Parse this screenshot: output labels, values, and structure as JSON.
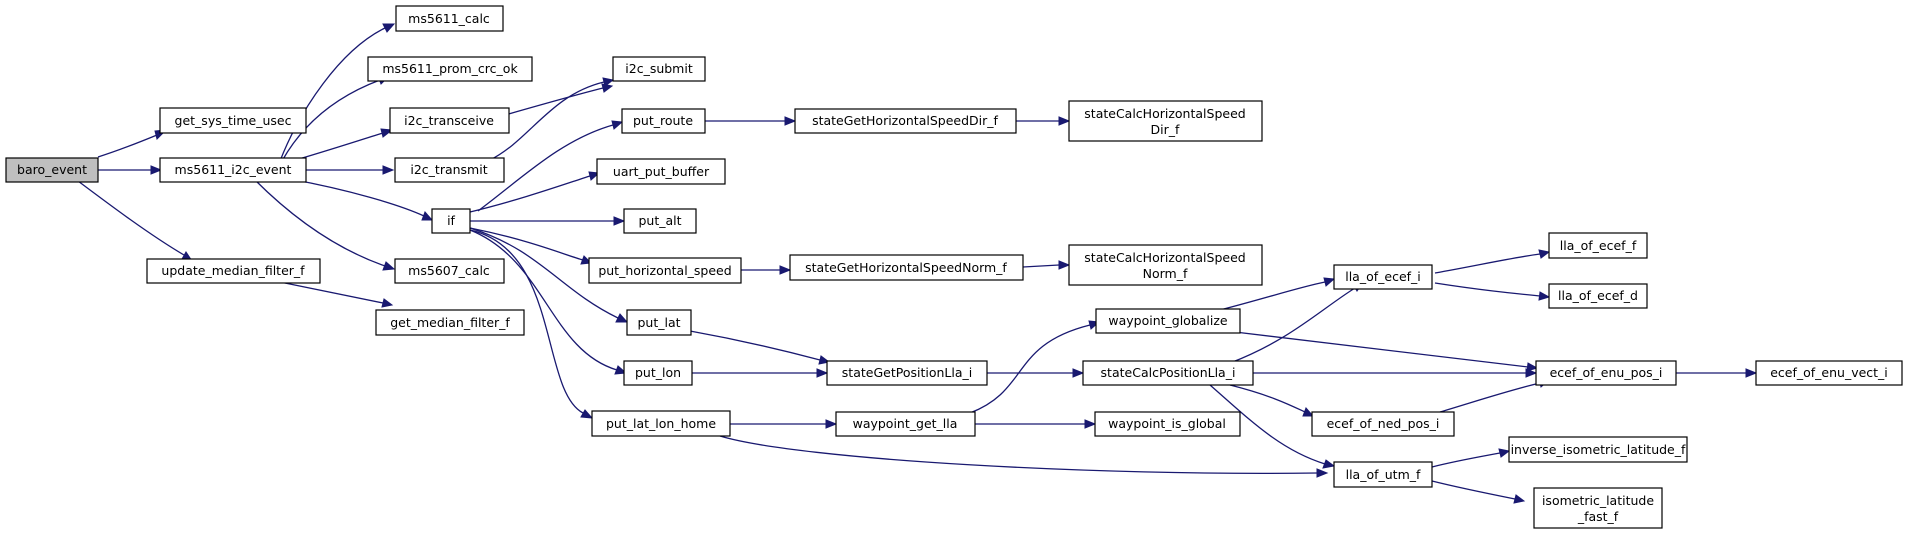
{
  "nodes": {
    "baro_event": "baro_event",
    "get_sys_time_usec": "get_sys_time_usec",
    "ms5611_i2c_event": "ms5611_i2c_event",
    "update_median_filter_f": "update_median_filter_f",
    "get_median_filter_f": "get_median_filter_f",
    "ms5611_calc": "ms5611_calc",
    "ms5611_prom_crc_ok": "ms5611_prom_crc_ok",
    "i2c_transceive": "i2c_transceive",
    "i2c_transmit": "i2c_transmit",
    "i2c_submit": "i2c_submit",
    "if": "if",
    "ms5607_calc": "ms5607_calc",
    "put_route": "put_route",
    "uart_put_buffer": "uart_put_buffer",
    "put_alt": "put_alt",
    "put_horizontal_speed": "put_horizontal_speed",
    "put_lat": "put_lat",
    "put_lon": "put_lon",
    "put_lat_lon_home": "put_lat_lon_home",
    "stateGetHorizontalSpeedDir_f": "stateGetHorizontalSpeedDir_f",
    "stateCalcHorizontalSpeedDir_f_1": "stateCalcHorizontalSpeed",
    "stateCalcHorizontalSpeedDir_f_2": "Dir_f",
    "stateGetHorizontalSpeedNorm_f": "stateGetHorizontalSpeedNorm_f",
    "stateCalcHorizontalSpeedNorm_f_1": "stateCalcHorizontalSpeed",
    "stateCalcHorizontalSpeedNorm_f_2": "Norm_f",
    "stateGetPositionLla_i": "stateGetPositionLla_i",
    "waypoint_get_lla": "waypoint_get_lla",
    "waypoint_globalize": "waypoint_globalize",
    "stateCalcPositionLla_i": "stateCalcPositionLla_i",
    "waypoint_is_global": "waypoint_is_global",
    "lla_of_ecef_i": "lla_of_ecef_i",
    "lla_of_ecef_f": "lla_of_ecef_f",
    "lla_of_ecef_d": "lla_of_ecef_d",
    "ecef_of_enu_pos_i": "ecef_of_enu_pos_i",
    "ecef_of_enu_vect_i": "ecef_of_enu_vect_i",
    "ecef_of_ned_pos_i": "ecef_of_ned_pos_i",
    "lla_of_utm_f": "lla_of_utm_f",
    "inverse_isometric_latitude_f": "inverse_isometric_latitude_f",
    "isometric_latitude_fast_f_1": "isometric_latitude",
    "isometric_latitude_fast_f_2": "_fast_f"
  },
  "colors": {
    "edge": "#191970",
    "root_fill": "#bfbfbf",
    "node_fill": "#ffffff",
    "node_border": "#000000"
  }
}
